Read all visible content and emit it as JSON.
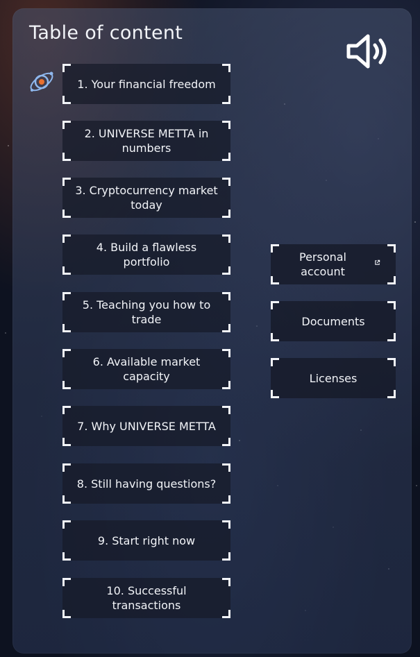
{
  "panel": {
    "title": "Table of content"
  },
  "icons": {
    "logo": "planet-orbit-icon",
    "sound": "speaker-volume-icon",
    "external": "external-link-icon"
  },
  "colors": {
    "toc_corner": "#6fa6ea",
    "side_corner": "#e06a26"
  },
  "toc": {
    "items": [
      {
        "label": "1. Your financial freedom"
      },
      {
        "label": "2. UNIVERSE METTA in numbers"
      },
      {
        "label": "3. Cryptocurrency market today"
      },
      {
        "label": "4. Build a flawless portfolio"
      },
      {
        "label": "5. Teaching you how to trade"
      },
      {
        "label": "6. Available market capacity"
      },
      {
        "label": "7. Why UNIVERSE METTA"
      },
      {
        "label": "8. Still having questions?"
      },
      {
        "label": "9. Start right now"
      },
      {
        "label": "10. Successful transactions"
      }
    ]
  },
  "side_menu": {
    "personal_account": "Personal account",
    "documents": "Documents",
    "licenses": "Licenses"
  }
}
